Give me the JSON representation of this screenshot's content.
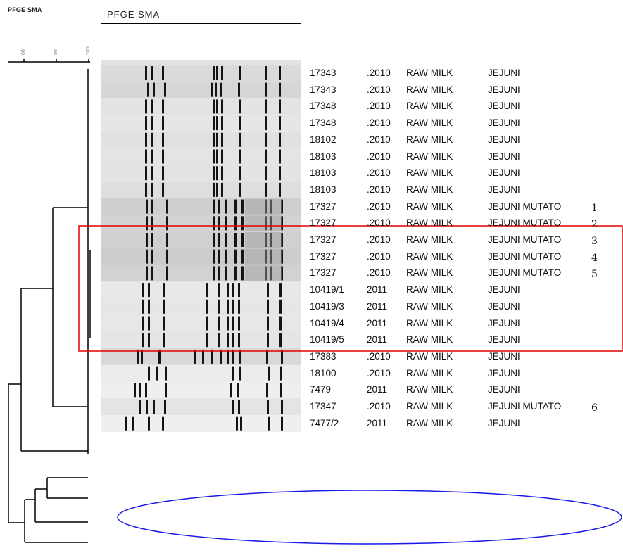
{
  "header": {
    "corner_title": "PFGE SMA",
    "gel_title": "PFGE SMA"
  },
  "scale": {
    "ticks": [
      "60",
      "80",
      "100"
    ]
  },
  "colors": {
    "highlight_box": "#e00000",
    "highlight_ellipse": "#1a1ae6",
    "band": "#141414",
    "lane_background": "#e2e2e2"
  },
  "rows": [
    {
      "id": "17343",
      "year": ".2010",
      "source": "RAW MILK",
      "species": "JEJUNI",
      "mutant": ""
    },
    {
      "id": "17343",
      "year": ".2010",
      "source": "RAW MILK",
      "species": "JEJUNI",
      "mutant": ""
    },
    {
      "id": "17348",
      "year": ".2010",
      "source": "RAW MILK",
      "species": "JEJUNI",
      "mutant": ""
    },
    {
      "id": "17348",
      "year": ".2010",
      "source": "RAW MILK",
      "species": "JEJUNI",
      "mutant": ""
    },
    {
      "id": "18102",
      "year": ".2010",
      "source": "RAW MILK",
      "species": "JEJUNI",
      "mutant": ""
    },
    {
      "id": "18103",
      "year": ".2010",
      "source": "RAW MILK",
      "species": "JEJUNI",
      "mutant": ""
    },
    {
      "id": "18103",
      "year": ".2010",
      "source": "RAW MILK",
      "species": "JEJUNI",
      "mutant": ""
    },
    {
      "id": "18103",
      "year": ".2010",
      "source": "RAW MILK",
      "species": "JEJUNI",
      "mutant": ""
    },
    {
      "id": "17327",
      "year": ".2010",
      "source": "RAW MILK",
      "species": "JEJUNI MUTATO",
      "mutant": "1"
    },
    {
      "id": "17327",
      "year": ".2010",
      "source": "RAW MILK",
      "species": "JEJUNI MUTATO",
      "mutant": "2"
    },
    {
      "id": "17327",
      "year": ".2010",
      "source": "RAW MILK",
      "species": "JEJUNI MUTATO",
      "mutant": "3"
    },
    {
      "id": "17327",
      "year": ".2010",
      "source": "RAW MILK",
      "species": "JEJUNI MUTATO",
      "mutant": "4"
    },
    {
      "id": "17327",
      "year": ".2010",
      "source": "RAW MILK",
      "species": "JEJUNI MUTATO",
      "mutant": "5"
    },
    {
      "id": "10419/1",
      "year": "2011",
      "source": "RAW MILK",
      "species": "JEJUNI",
      "mutant": ""
    },
    {
      "id": "10419/3",
      "year": "2011",
      "source": "RAW MILK",
      "species": "JEJUNI",
      "mutant": ""
    },
    {
      "id": "10419/4",
      "year": "2011",
      "source": "RAW MILK",
      "species": "JEJUNI",
      "mutant": ""
    },
    {
      "id": "10419/5",
      "year": "2011",
      "source": "RAW MILK",
      "species": "JEJUNI",
      "mutant": ""
    },
    {
      "id": "17383",
      "year": ".2010",
      "source": "RAW MILK",
      "species": "JEJUNI",
      "mutant": ""
    },
    {
      "id": "18100",
      "year": ".2010",
      "source": "RAW MILK",
      "species": "JEJUNI",
      "mutant": ""
    },
    {
      "id": "7479",
      "year": "2011",
      "source": "RAW MILK",
      "species": "JEJUNI",
      "mutant": ""
    },
    {
      "id": "17347",
      "year": ".2010",
      "source": "RAW MILK",
      "species": "JEJUNI MUTATO",
      "mutant": "6"
    },
    {
      "id": "7477/2",
      "year": "2011",
      "source": "RAW MILK",
      "species": "JEJUNI",
      "mutant": ""
    }
  ]
}
